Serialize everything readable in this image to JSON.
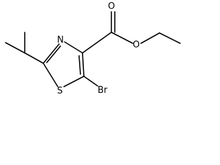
{
  "molecule": {
    "atoms": {
      "n": "N",
      "s": "S",
      "br": "Br",
      "o_carbonyl": "O",
      "o_ester": "O"
    }
  }
}
